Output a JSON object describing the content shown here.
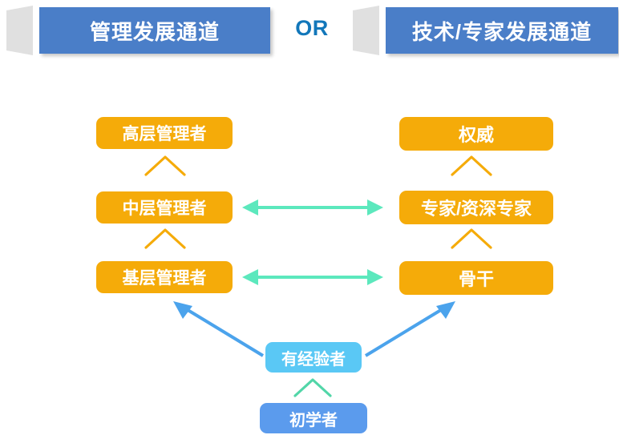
{
  "header": {
    "left_banner": {
      "label": "管理发展通道",
      "ribbon_icon": "ribbon-tab-icon",
      "color": "#4a7ec8"
    },
    "conjunction": "OR",
    "conjunction_color": "#1277ba",
    "right_banner": {
      "label": "技术/专家发展通道",
      "ribbon_icon": "ribbon-tab-icon",
      "color": "#4a7ec8"
    }
  },
  "columns": {
    "management": {
      "levels": [
        {
          "label": "高层管理者",
          "color": "#f5ab09"
        },
        {
          "label": "中层管理者",
          "color": "#f5ab09"
        },
        {
          "label": "基层管理者",
          "color": "#f5ab09"
        }
      ]
    },
    "technical": {
      "levels": [
        {
          "label": "权威",
          "color": "#f5ab09"
        },
        {
          "label": "专家/资深专家",
          "color": "#f5ab09"
        },
        {
          "label": "骨干",
          "color": "#f5ab09"
        }
      ]
    }
  },
  "common_base": {
    "levels": [
      {
        "label": "有经验者",
        "color": "#5ac8f5"
      },
      {
        "label": "初学者",
        "color": "#5b9bed"
      }
    ]
  },
  "connectors": {
    "promotion_chevron_icon": "chevron-up-icon",
    "promotion_chevron_color": "#f5ab09",
    "base_chevron_color": "#52d6a8",
    "lateral_arrow_icon": "double-headed-arrow-icon",
    "lateral_arrow_color": "#5ce8bd",
    "branch_arrow_icon": "diagonal-arrow-icon",
    "branch_arrow_color": "#4ba3ec"
  }
}
